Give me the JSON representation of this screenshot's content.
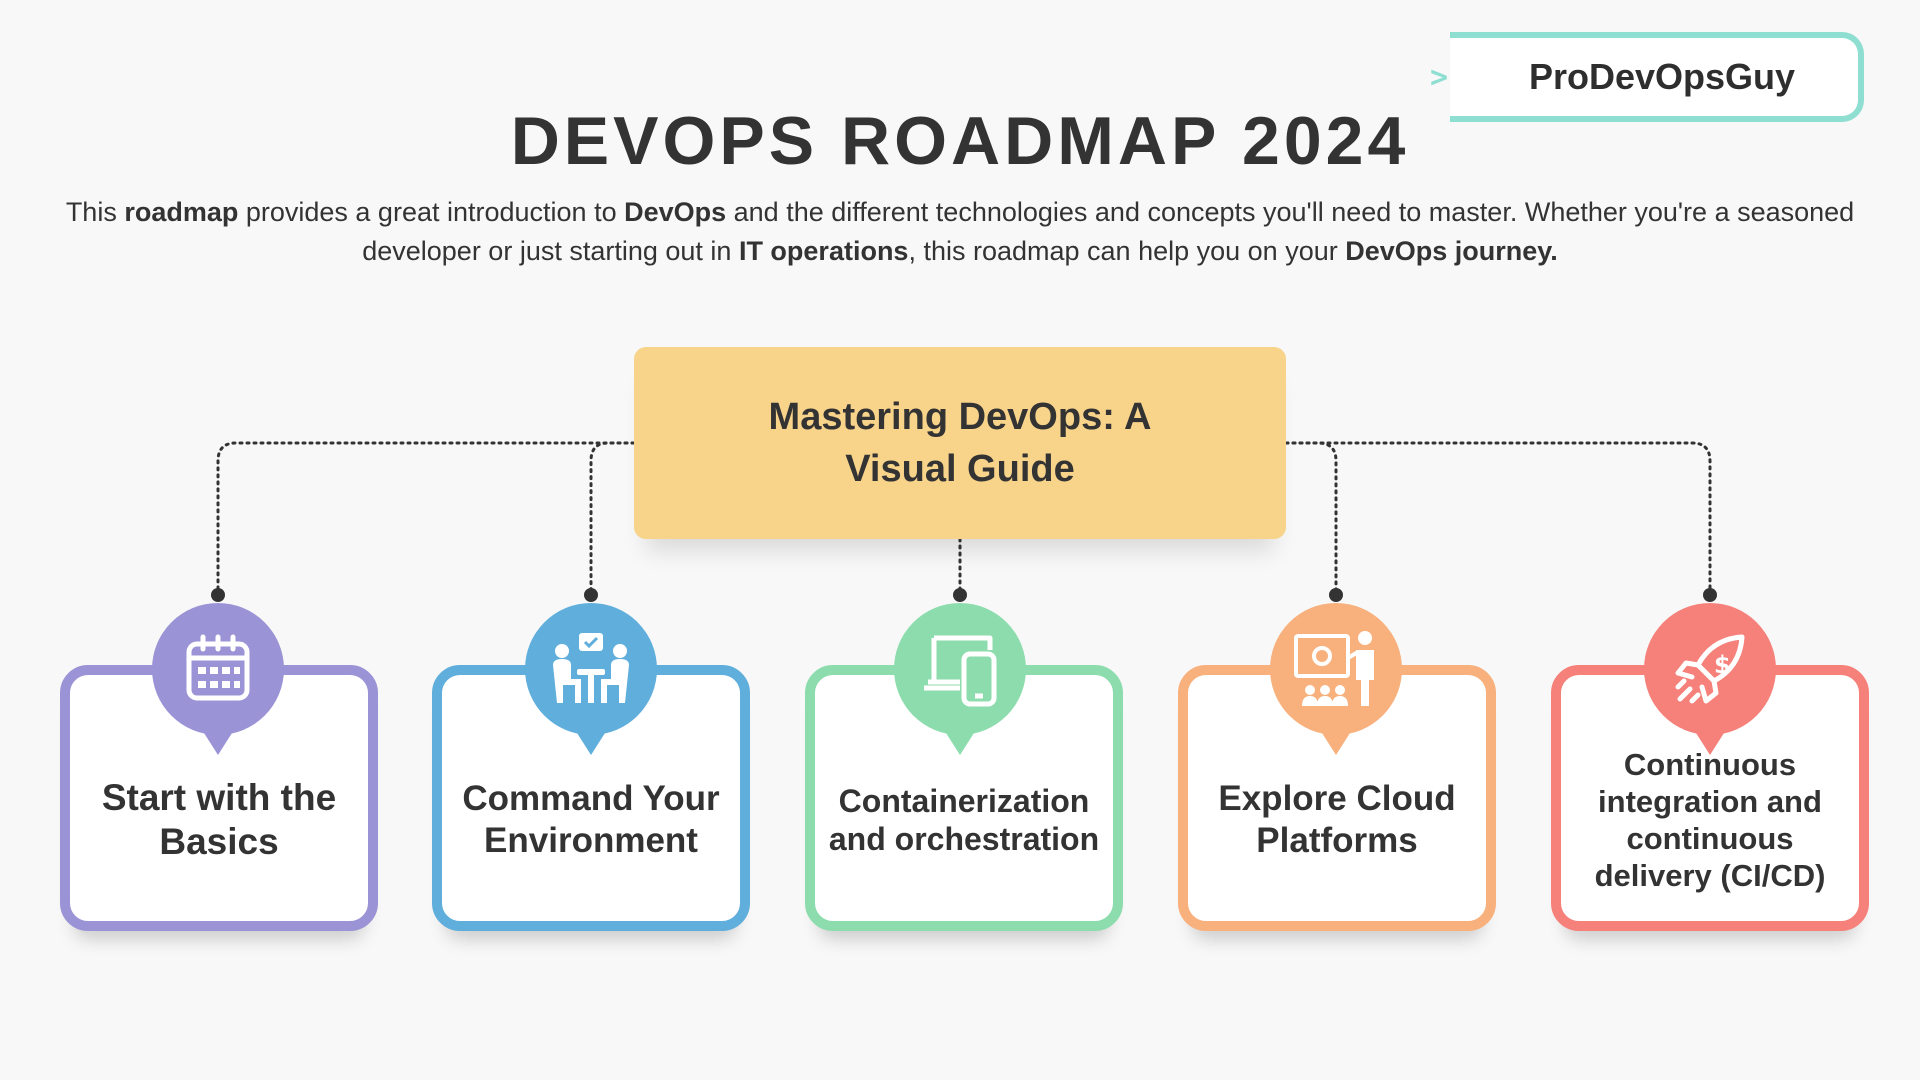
{
  "brand": {
    "label": "ProDevOpsGuy",
    "chevron": ">"
  },
  "title": "DEVOPS ROADMAP 2024",
  "intro": {
    "segments": [
      {
        "text": "This ",
        "bold": false
      },
      {
        "text": "roadmap",
        "bold": true
      },
      {
        "text": " provides a great introduction to ",
        "bold": false
      },
      {
        "text": "DevOps",
        "bold": true
      },
      {
        "text": " and the different technologies and concepts you'll need to master. Whether you're a seasoned developer or just starting out in ",
        "bold": false
      },
      {
        "text": "IT operations",
        "bold": true
      },
      {
        "text": ", this roadmap can help you on your ",
        "bold": false
      },
      {
        "text": "DevOps journey.",
        "bold": true
      }
    ]
  },
  "center": {
    "title": "Mastering DevOps: A Visual Guide"
  },
  "cards": [
    {
      "label": "Start with the Basics",
      "icon": "calendar-icon",
      "color": "#9a93d6"
    },
    {
      "label": "Command Your Environment",
      "icon": "team-meeting-icon",
      "color": "#5faedc"
    },
    {
      "label": "Containerization and orchestration",
      "icon": "devices-icon",
      "color": "#8ddcad"
    },
    {
      "label": "Explore Cloud Platforms",
      "icon": "presentation-icon",
      "color": "#f8b07c"
    },
    {
      "label": "Continuous integration and continuous delivery (CI/CD)",
      "icon": "rocket-dollar-icon",
      "color": "#f5817a"
    }
  ],
  "colors": {
    "background": "#f8f8f8",
    "center_box": "#f8d38a",
    "brand_accent": "#8fded2",
    "text": "#333333"
  }
}
